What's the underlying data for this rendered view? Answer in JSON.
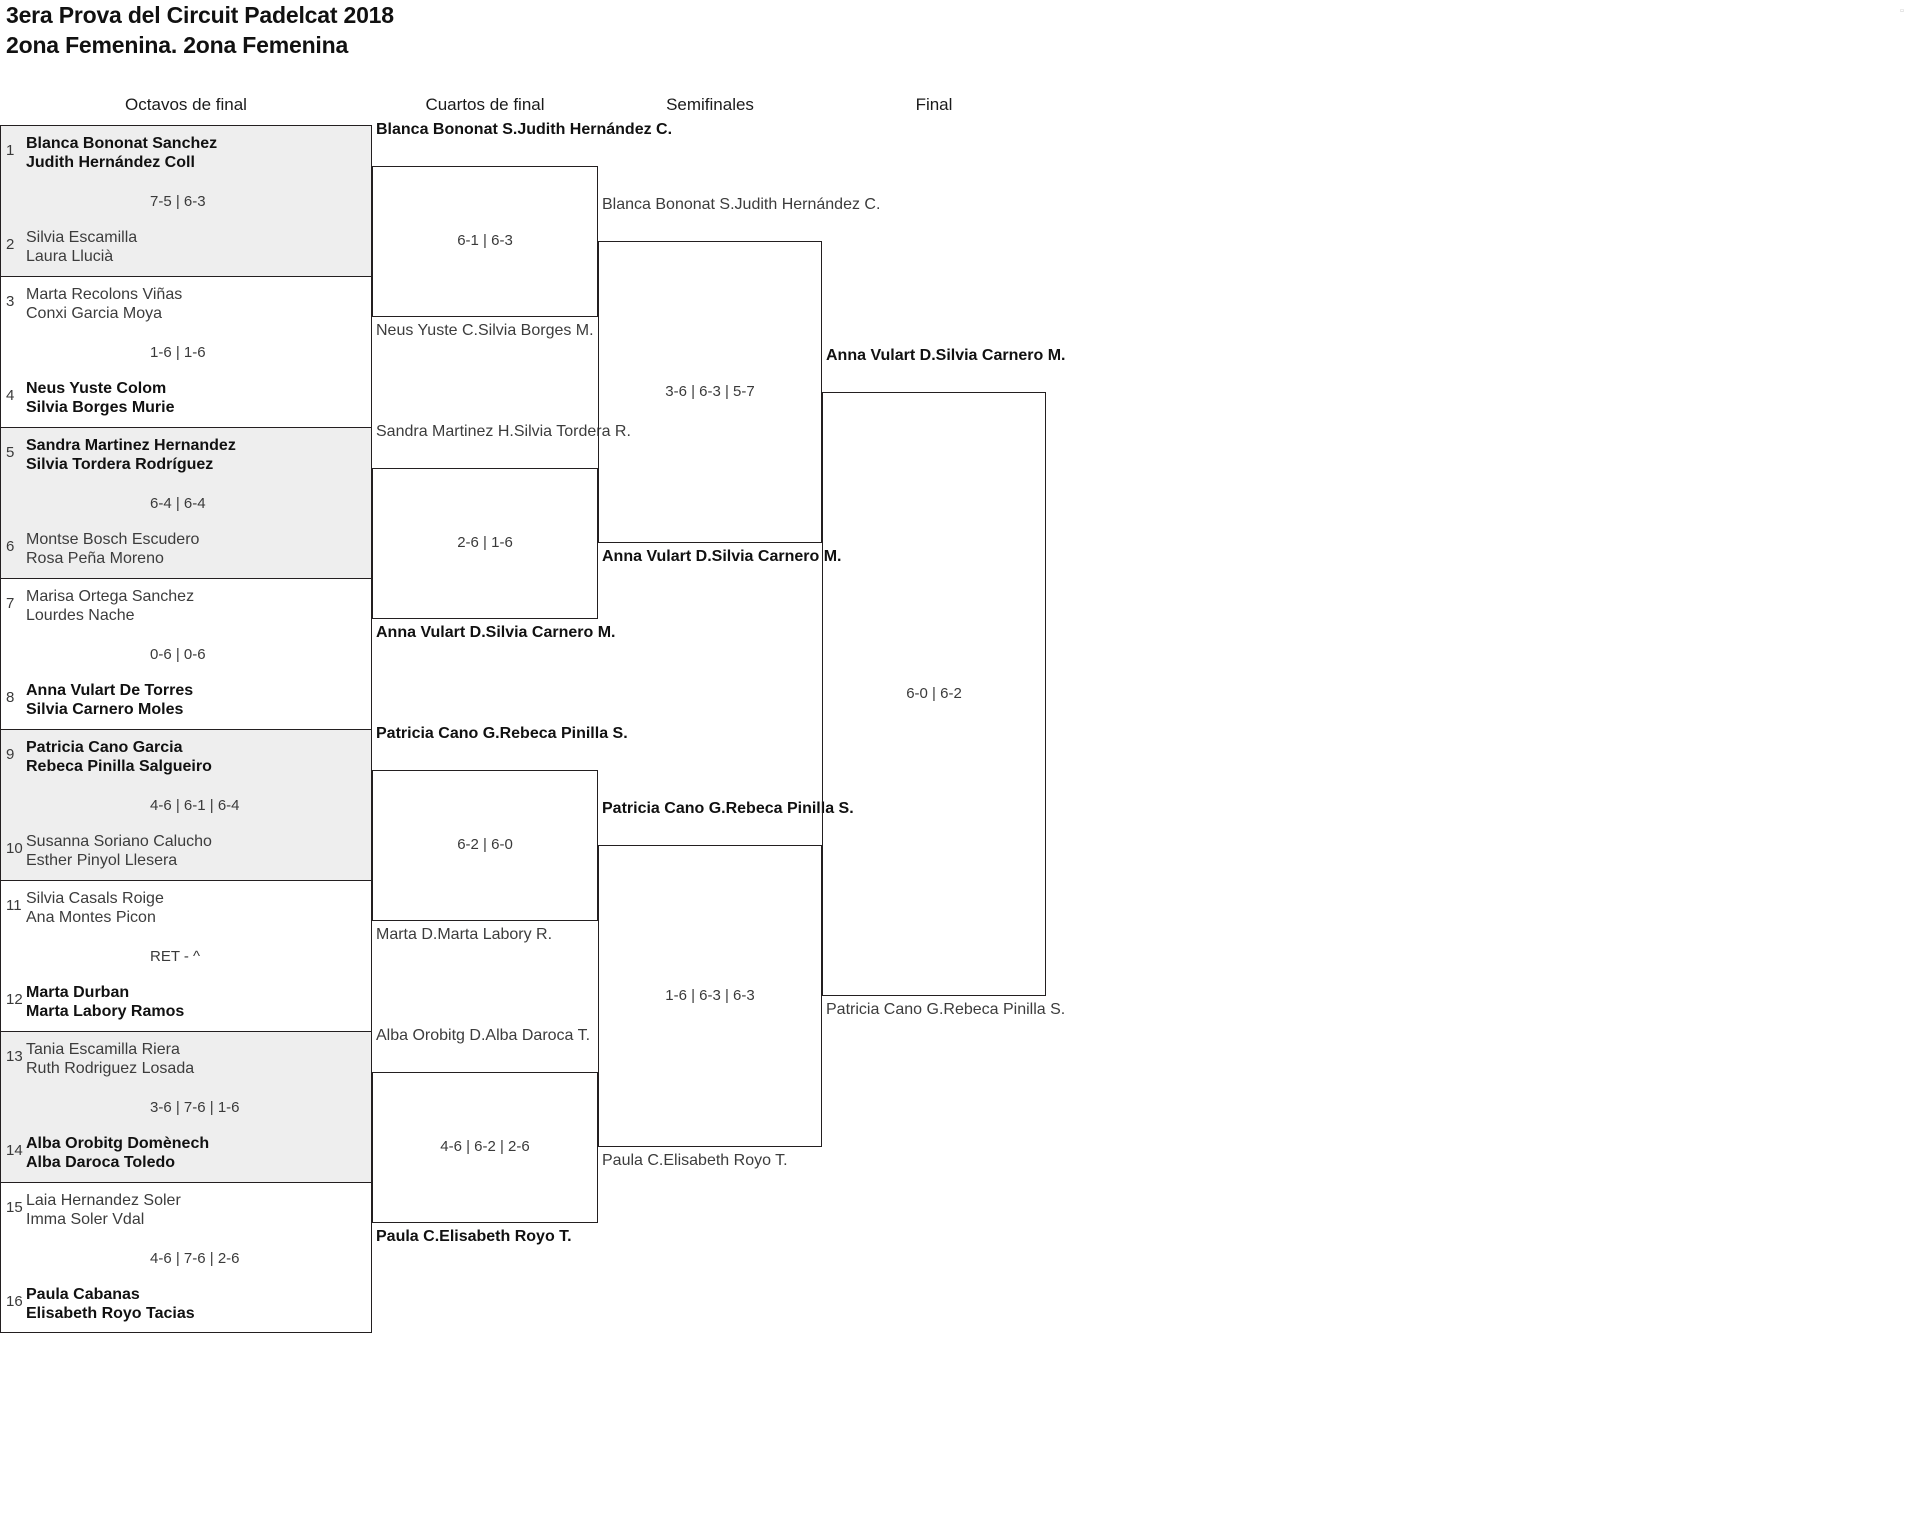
{
  "title": {
    "line1": "3era Prova del Circuit Padelcat 2018",
    "line2": "2ona Femenina. 2ona Femenina"
  },
  "rounds": [
    {
      "key": "r16",
      "label": "Octavos de final"
    },
    {
      "key": "qf",
      "label": "Cuartos de final"
    },
    {
      "key": "sf",
      "label": "Semifinales"
    },
    {
      "key": "f",
      "label": "Final"
    }
  ],
  "round16": [
    {
      "seed_top": "1",
      "seed_bottom": "2",
      "top": {
        "p1": "Blanca Bononat Sanchez",
        "p2": "Judith Hernández Coll",
        "winner": true
      },
      "bottom": {
        "p1": "Silvia Escamilla",
        "p2": "Laura Llucià",
        "winner": false
      },
      "score": "7-5 | 6-3",
      "shaded": true
    },
    {
      "seed_top": "3",
      "seed_bottom": "4",
      "top": {
        "p1": "Marta Recolons Viñas",
        "p2": "Conxi Garcia Moya",
        "winner": false
      },
      "bottom": {
        "p1": "Neus Yuste Colom",
        "p2": "Silvia Borges Murie",
        "winner": true
      },
      "score": "1-6 | 1-6",
      "shaded": false
    },
    {
      "seed_top": "5",
      "seed_bottom": "6",
      "top": {
        "p1": "Sandra Martinez Hernandez",
        "p2": "Silvia Tordera Rodríguez",
        "winner": true
      },
      "bottom": {
        "p1": "Montse Bosch Escudero",
        "p2": "Rosa Peña Moreno",
        "winner": false
      },
      "score": "6-4 | 6-4",
      "shaded": true
    },
    {
      "seed_top": "7",
      "seed_bottom": "8",
      "top": {
        "p1": "Marisa Ortega Sanchez",
        "p2": "Lourdes Nache",
        "winner": false
      },
      "bottom": {
        "p1": "Anna Vulart De Torres",
        "p2": "Silvia Carnero Moles",
        "winner": true
      },
      "score": "0-6 | 0-6",
      "shaded": false
    },
    {
      "seed_top": "9",
      "seed_bottom": "10",
      "top": {
        "p1": "Patricia Cano Garcia",
        "p2": "Rebeca Pinilla Salgueiro",
        "winner": true
      },
      "bottom": {
        "p1": "Susanna Soriano Calucho",
        "p2": "Esther Pinyol Llesera",
        "winner": false
      },
      "score": "4-6 | 6-1 | 6-4",
      "shaded": true
    },
    {
      "seed_top": "11",
      "seed_bottom": "12",
      "top": {
        "p1": "Silvia Casals Roige",
        "p2": "Ana Montes Picon",
        "winner": false
      },
      "bottom": {
        "p1": "Marta Durban",
        "p2": "Marta Labory Ramos",
        "winner": true
      },
      "score": "RET - ^",
      "shaded": false
    },
    {
      "seed_top": "13",
      "seed_bottom": "14",
      "top": {
        "p1": "Tania Escamilla Riera",
        "p2": "Ruth Rodriguez Losada",
        "winner": false
      },
      "bottom": {
        "p1": "Alba Orobitg Domènech",
        "p2": "Alba Daroca Toledo",
        "winner": true
      },
      "score": "3-6 | 7-6 | 1-6",
      "shaded": true
    },
    {
      "seed_top": "15",
      "seed_bottom": "16",
      "top": {
        "p1": "Laia Hernandez Soler",
        "p2": "Imma Soler Vdal",
        "winner": false
      },
      "bottom": {
        "p1": "Paula Cabanas",
        "p2": "Elisabeth Royo Tacias",
        "winner": true
      },
      "score": "4-6 | 7-6 | 2-6",
      "shaded": false
    }
  ],
  "quarters": [
    {
      "top": {
        "p1": "Blanca Bononat S.",
        "p2": "Judith Hernández C.",
        "winner": true
      },
      "bottom": {
        "p1": "Neus Yuste C.",
        "p2": "Silvia Borges M.",
        "winner": false
      },
      "score": "6-1 | 6-3"
    },
    {
      "top": {
        "p1": "Sandra Martinez H.",
        "p2": "Silvia Tordera R.",
        "winner": false
      },
      "bottom": {
        "p1": "Anna Vulart D.",
        "p2": "Silvia Carnero M.",
        "winner": true
      },
      "score": "2-6 | 1-6"
    },
    {
      "top": {
        "p1": "Patricia Cano G.",
        "p2": "Rebeca Pinilla S.",
        "winner": true
      },
      "bottom": {
        "p1": "Marta D.",
        "p2": "Marta Labory R.",
        "winner": false
      },
      "score": "6-2 | 6-0"
    },
    {
      "top": {
        "p1": "Alba Orobitg D.",
        "p2": "Alba Daroca T.",
        "winner": false
      },
      "bottom": {
        "p1": "Paula C.",
        "p2": "Elisabeth Royo T.",
        "winner": true
      },
      "score": "4-6 | 6-2 | 2-6"
    }
  ],
  "semis": [
    {
      "top": {
        "p1": "Blanca Bononat S.",
        "p2": "Judith Hernández C.",
        "winner": false
      },
      "bottom": {
        "p1": "Anna Vulart D.",
        "p2": "Silvia Carnero M.",
        "winner": true
      },
      "score": "3-6 | 6-3 | 5-7"
    },
    {
      "top": {
        "p1": "Patricia Cano G.",
        "p2": "Rebeca Pinilla S.",
        "winner": true
      },
      "bottom": {
        "p1": "Paula C.",
        "p2": "Elisabeth Royo T.",
        "winner": false
      },
      "score": "1-6 | 6-3 | 6-3"
    }
  ],
  "final": [
    {
      "top": {
        "p1": "Anna Vulart D.",
        "p2": "Silvia Carnero M.",
        "winner": true
      },
      "bottom": {
        "p1": "Patricia Cano G.",
        "p2": "Rebeca Pinilla S.",
        "winner": false
      },
      "score": "6-0 | 6-2"
    }
  ]
}
